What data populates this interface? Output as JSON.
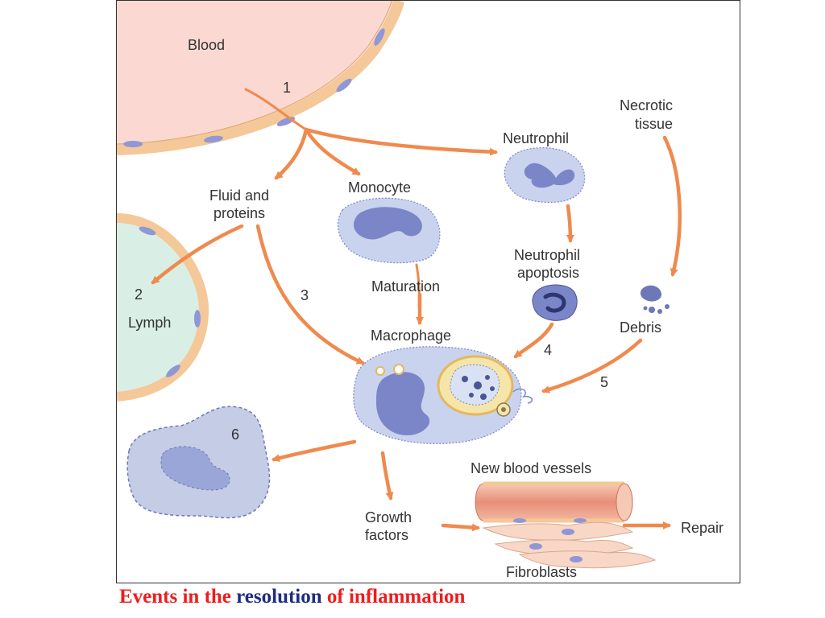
{
  "colors": {
    "arrow": "#ef8a4e",
    "blood_fill": "#fbd9d2",
    "lymph_fill": "#d9efe6",
    "vessel_wall": "#f4c898",
    "cell_fill": "#c9d3ee",
    "nucleus": "#7b86c9",
    "caption_red": "#ee1c1c",
    "caption_blue": "#1e2b80"
  },
  "diagram": {
    "labels": {
      "blood": "Blood",
      "necrotic_1": "Necrotic",
      "necrotic_2": "tissue",
      "neutrophil": "Neutrophil",
      "fluid_1": "Fluid and",
      "fluid_2": "proteins",
      "monocyte": "Monocyte",
      "neutrophil_apoptosis_1": "Neutrophil",
      "neutrophil_apoptosis_2": "apoptosis",
      "maturation": "Maturation",
      "lymph": "Lymph",
      "debris": "Debris",
      "macrophage": "Macrophage",
      "new_vessels": "New blood vessels",
      "growth_1": "Growth",
      "growth_2": "factors",
      "repair": "Repair",
      "fibroblasts": "Fibroblasts"
    },
    "numbers": {
      "n1": "1",
      "n2": "2",
      "n3": "3",
      "n4": "4",
      "n5": "5",
      "n6": "6"
    }
  },
  "caption": {
    "part1": "Events in the ",
    "part2": "resolution",
    "part3": " of inflammation"
  }
}
